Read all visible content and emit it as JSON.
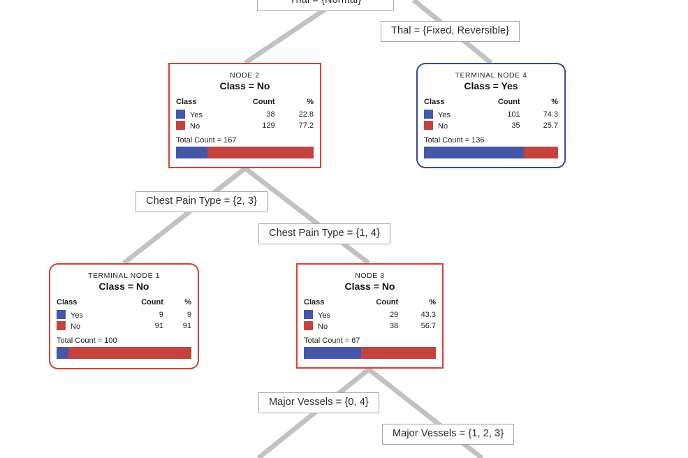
{
  "colors": {
    "yes_blue": "#4457a8",
    "no_red": "#c4433e",
    "internal_border": "#e23b34",
    "terminal_red_border": "#cf4038",
    "terminal_blue_border": "#36499c",
    "edge_line": "#c2c2c2",
    "label_border": "#a6a6a6"
  },
  "table_headers": {
    "class": "Class",
    "count": "Count",
    "percent": "%"
  },
  "edge_labels": [
    {
      "id": "thal-normal",
      "text": "Thal = {Normal}"
    },
    {
      "id": "thal-fixed-reversible",
      "text": "Thal = {Fixed, Reversible}"
    },
    {
      "id": "chest-pain-2-3",
      "text": "Chest Pain Type = {2, 3}"
    },
    {
      "id": "chest-pain-1-4",
      "text": "Chest Pain Type = {1, 4}"
    },
    {
      "id": "major-vessels-0-4",
      "text": "Major Vessels = {0, 4}"
    },
    {
      "id": "major-vessels-1-2-3",
      "text": "Major Vessels = {1, 2, 3}"
    }
  ],
  "nodes": {
    "node2": {
      "title": "NODE 2",
      "class_line": "Class = No",
      "rows": [
        {
          "label": "Yes",
          "count": "38",
          "pct": "22.8",
          "color": "#4457a8"
        },
        {
          "label": "No",
          "count": "129",
          "pct": "77.2",
          "color": "#c4433e"
        }
      ],
      "total_label": "Total Count = 167",
      "bar": [
        {
          "label": "Yes",
          "share": 22.8,
          "color": "#4457a8"
        },
        {
          "label": "No",
          "share": 77.2,
          "color": "#c4433e"
        }
      ]
    },
    "terminal4": {
      "title": "TERMINAL NODE 4",
      "class_line": "Class = Yes",
      "rows": [
        {
          "label": "Yes",
          "count": "101",
          "pct": "74.3",
          "color": "#4457a8"
        },
        {
          "label": "No",
          "count": "35",
          "pct": "25.7",
          "color": "#c4433e"
        }
      ],
      "total_label": "Total Count = 136",
      "bar": [
        {
          "label": "Yes",
          "share": 74.3,
          "color": "#4457a8"
        },
        {
          "label": "No",
          "share": 25.7,
          "color": "#c4433e"
        }
      ]
    },
    "terminal1": {
      "title": "TERMINAL NODE 1",
      "class_line": "Class = No",
      "rows": [
        {
          "label": "Yes",
          "count": "9",
          "pct": "9",
          "color": "#4457a8"
        },
        {
          "label": "No",
          "count": "91",
          "pct": "91",
          "color": "#c4433e"
        }
      ],
      "total_label": "Total Count = 100",
      "bar": [
        {
          "label": "Yes",
          "share": 9,
          "color": "#4457a8"
        },
        {
          "label": "No",
          "share": 91,
          "color": "#c4433e"
        }
      ]
    },
    "node3": {
      "title": "NODE 3",
      "class_line": "Class = No",
      "rows": [
        {
          "label": "Yes",
          "count": "29",
          "pct": "43.3",
          "color": "#4457a8"
        },
        {
          "label": "No",
          "count": "38",
          "pct": "56.7",
          "color": "#c4433e"
        }
      ],
      "total_label": "Total Count = 67",
      "bar": [
        {
          "label": "Yes",
          "share": 43.3,
          "color": "#4457a8"
        },
        {
          "label": "No",
          "share": 56.7,
          "color": "#c4433e"
        }
      ]
    }
  },
  "chart_data": {
    "type": "diagram",
    "subtype": "classification-decision-tree",
    "target_classes": [
      "Yes",
      "No"
    ],
    "tree": [
      {
        "node": "NODE 2",
        "predicted_class": "No",
        "total": 167,
        "counts": {
          "Yes": 38,
          "No": 129
        },
        "percents": {
          "Yes": 22.8,
          "No": 77.2
        },
        "incoming_split": "Thal = {Normal}",
        "children": [
          "TERMINAL NODE 1",
          "NODE 3"
        ],
        "child_splits": [
          "Chest Pain Type = {2, 3}",
          "Chest Pain Type = {1, 4}"
        ]
      },
      {
        "node": "TERMINAL NODE 4",
        "predicted_class": "Yes",
        "total": 136,
        "counts": {
          "Yes": 101,
          "No": 35
        },
        "percents": {
          "Yes": 74.3,
          "No": 25.7
        },
        "incoming_split": "Thal = {Fixed, Reversible}",
        "children": []
      },
      {
        "node": "TERMINAL NODE 1",
        "predicted_class": "No",
        "total": 100,
        "counts": {
          "Yes": 9,
          "No": 91
        },
        "percents": {
          "Yes": 9,
          "No": 91
        },
        "incoming_split": "Chest Pain Type = {2, 3}",
        "children": []
      },
      {
        "node": "NODE 3",
        "predicted_class": "No",
        "total": 67,
        "counts": {
          "Yes": 29,
          "No": 38
        },
        "percents": {
          "Yes": 43.3,
          "No": 56.7
        },
        "incoming_split": "Chest Pain Type = {1, 4}",
        "child_splits": [
          "Major Vessels = {0, 4}",
          "Major Vessels = {1, 2, 3}"
        ]
      }
    ]
  }
}
